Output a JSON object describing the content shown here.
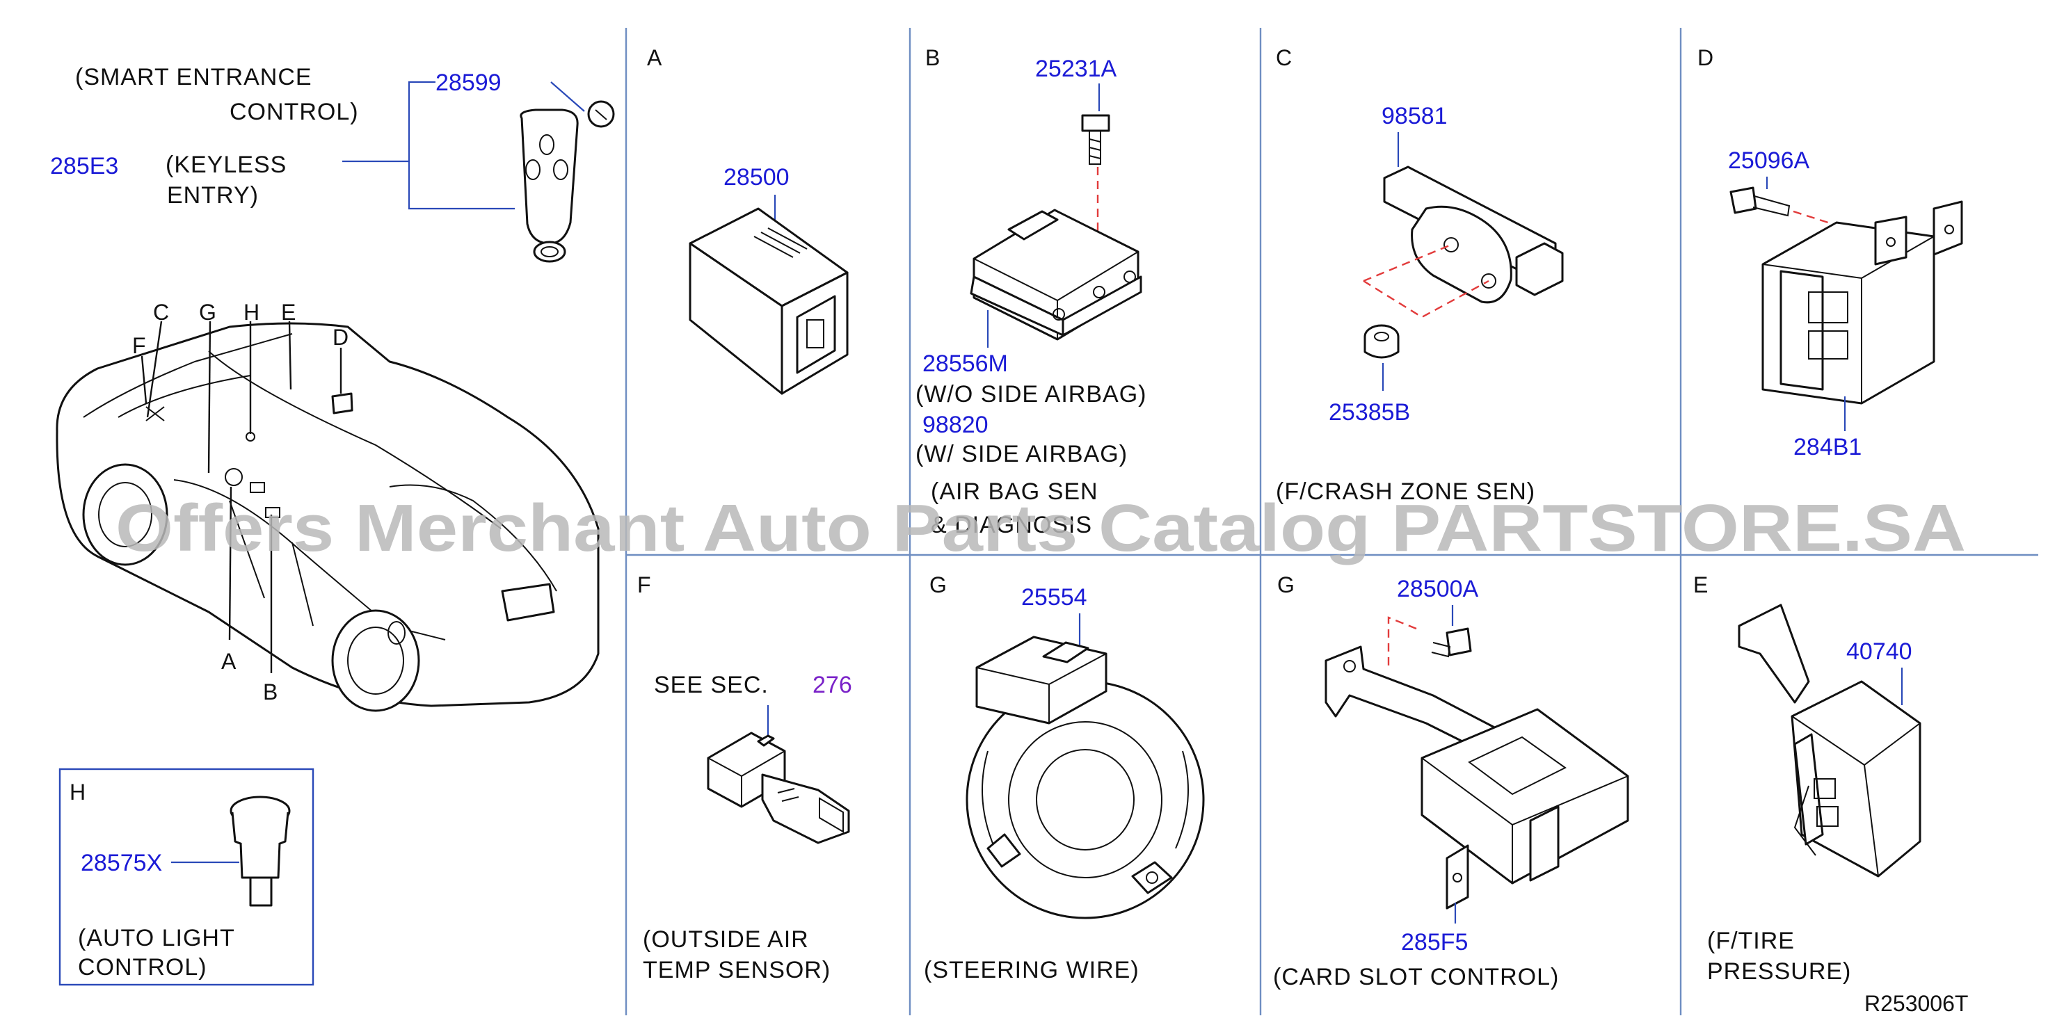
{
  "diagram_id": "R253006T",
  "watermark": "Offers Merchant Auto Parts Catalog PARTSTORE.SA",
  "overview": {
    "keyless": {
      "title_line1": "(SMART  ENTRANCE",
      "title_line2": "CONTROL)",
      "desc_line1": "(KEYLESS",
      "desc_line2": "ENTRY)",
      "part_main": "285E3",
      "part_fob": "28599"
    },
    "car_callouts": [
      "C",
      "G",
      "H",
      "E",
      "F",
      "D",
      "A",
      "B"
    ],
    "inset_h": {
      "letter": "H",
      "part": "28575X",
      "desc_line1": "(AUTO  LIGHT",
      "desc_line2": "CONTROL)"
    }
  },
  "sections": {
    "A": {
      "letter": "A",
      "part": "28500"
    },
    "B": {
      "letter": "B",
      "bolt": "25231A",
      "part_wo": "28556M",
      "label_wo": "(W/O  SIDE  AIRBAG)",
      "part_w": "98820",
      "label_w": "(W/  SIDE  AIRBAG)",
      "desc_line1": "(AIR  BAG  SEN",
      "desc_line2": "& DIAGNOSIS"
    },
    "C": {
      "letter": "C",
      "part": "98581",
      "nut": "25385B",
      "desc": "(F/CRASH  ZONE  SEN)"
    },
    "D": {
      "letter": "D",
      "bolt": "25096A",
      "part": "284B1"
    },
    "F": {
      "letter": "F",
      "see_sec": "SEE  SEC.",
      "sec_ref": "276",
      "desc_line1": "(OUTSIDE  AIR",
      "desc_line2": "TEMP  SENSOR)"
    },
    "G1": {
      "letter": "G",
      "part": "25554",
      "desc": "(STEERING  WIRE)"
    },
    "G2": {
      "letter": "G",
      "bolt": "28500A",
      "part": "285F5",
      "desc": "(CARD  SLOT  CONTROL)"
    },
    "E": {
      "letter": "E",
      "part": "40740",
      "desc_line1": "(F/TIRE",
      "desc_line2": "PRESSURE)"
    }
  },
  "colors": {
    "part_number": "#1b1bd6",
    "section_link": "#7a22c8",
    "grid": "#6f8ec2",
    "hidden_line": "#e23b3b",
    "watermark": "#b9b9b9"
  }
}
